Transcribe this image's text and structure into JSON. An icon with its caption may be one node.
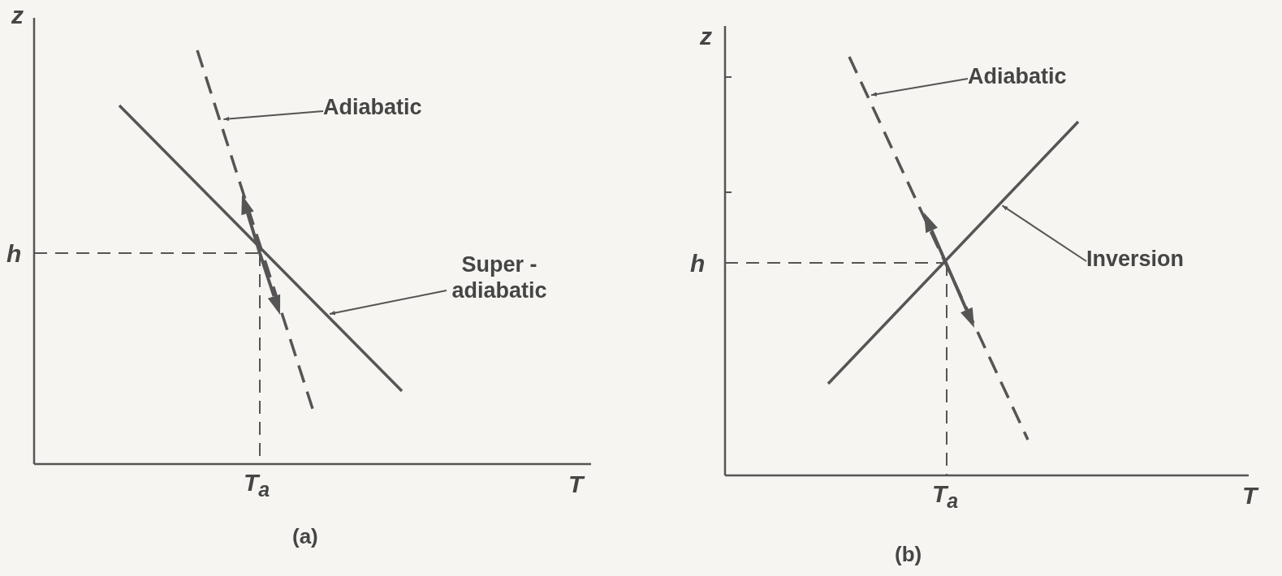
{
  "diagram": {
    "nodes": [
      {
        "text": [
          "Adiabatic"
        ]
      },
      {
        "text": [],
        "shape": "line"
      },
      {
        "text": [
          "Super - adiabatic"
        ]
      },
      {
        "text": [],
        "shape": "line"
      },
      {
        "text": [
          "Adiabatic"
        ]
      },
      {
        "text": [],
        "shape": "line"
      },
      {
        "text": [
          "Inversion"
        ]
      },
      {
        "text": [],
        "shape": "line"
      }
    ],
    "edges": [
      {
        "from": 0,
        "to": 1,
        "arrow": "to"
      },
      {
        "from": 2,
        "to": 3,
        "arrow": "to"
      },
      {
        "from": 4,
        "to": 5,
        "arrow": "to"
      },
      {
        "from": 6,
        "to": 7,
        "arrow": "to"
      }
    ],
    "labels": [
      "z",
      "h",
      "T$_{a}$",
      "T",
      "(a)",
      "z",
      "h",
      "T$_{a}$",
      "T",
      "(b)"
    ]
  }
}
